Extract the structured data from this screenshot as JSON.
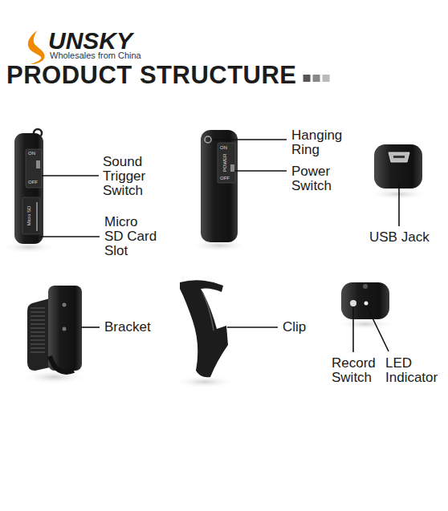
{
  "diagram": {
    "title": "PRODUCT STRUCTURE",
    "labels": [
      "UNSKY",
      "Wholesales from China",
      "Sound Trigger Switch",
      "Micro SD Card Slot",
      "Hanging Ring",
      "Power Switch",
      "USB Jack",
      "Bracket",
      "Clip",
      "Record Switch",
      "LED Indicator",
      "ON",
      "OFF",
      "Micro SD",
      "ON",
      "POWER",
      "OFF"
    ]
  }
}
